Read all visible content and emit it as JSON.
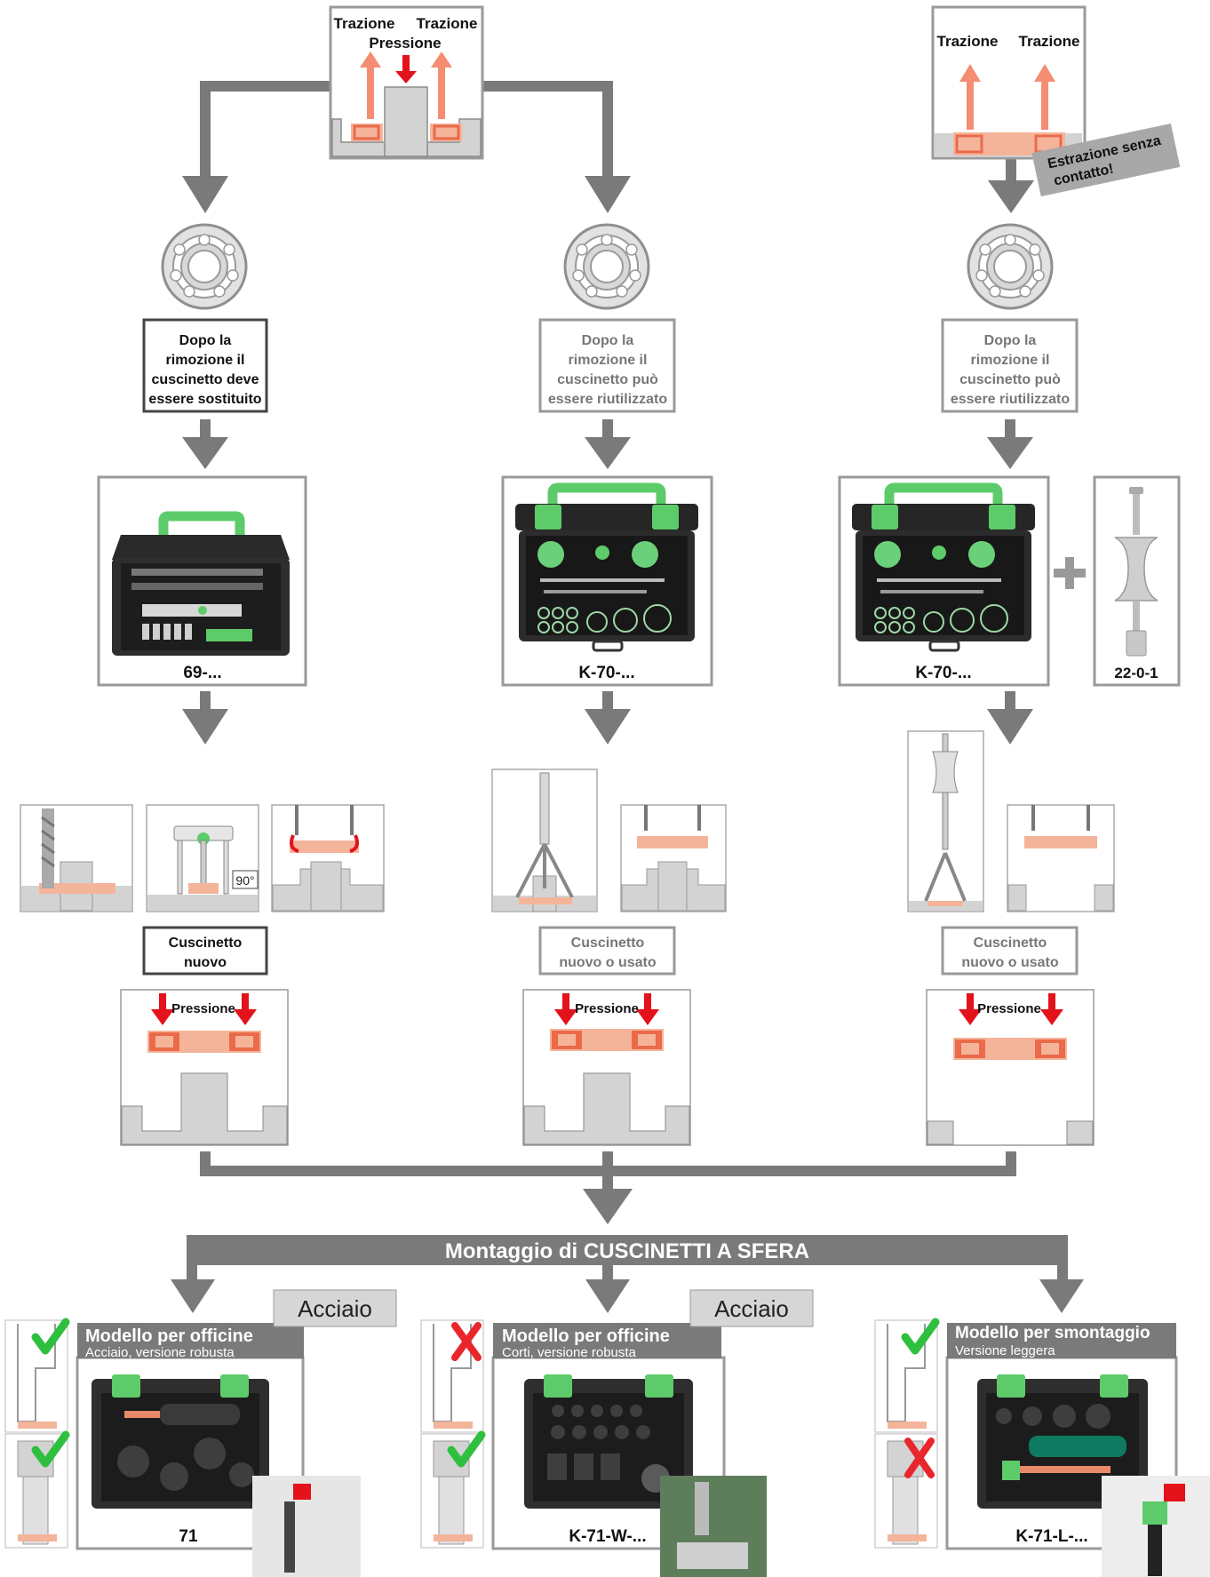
{
  "colors": {
    "arrow_gray": "#7a7a7a",
    "frame_gray": "#9a9a9a",
    "bearing_salmon": "#f4b49a",
    "bearing_orange": "#ea6a4a",
    "pressure_red": "#e3121b",
    "case_green": "#5ecb6a",
    "check_green": "#2fbf3f",
    "cross_red": "#e8262c"
  },
  "top": {
    "left_diagram": {
      "pull_left": "Trazione",
      "pull_right": "Trazione",
      "press": "Pressione"
    },
    "right_diagram": {
      "pull_left": "Trazione",
      "pull_right": "Trazione"
    },
    "badge": {
      "line1": "Estrazione senza",
      "line2": "contatto!"
    }
  },
  "columns": [
    {
      "status": [
        "Dopo la",
        "rimozione il",
        "cuscinetto deve",
        "essere sostituito"
      ],
      "product_code": "69-...",
      "bearing_label": [
        "Cuscinetto",
        "nuovo"
      ],
      "press_label": "Pressione"
    },
    {
      "status": [
        "Dopo la",
        "rimozione il",
        "cuscinetto può",
        "essere riutilizzato"
      ],
      "product_code": "K-70-...",
      "bearing_label": [
        "Cuscinetto",
        "nuovo o usato"
      ],
      "press_label": "Pressione"
    },
    {
      "status": [
        "Dopo la",
        "rimozione il",
        "cuscinetto può",
        "essere riutilizzato"
      ],
      "product_code": "K-70-...",
      "extra_code": "22-0-1",
      "bearing_label": [
        "Cuscinetto",
        "nuovo o usato"
      ],
      "press_label": "Pressione"
    }
  ],
  "angle_label": "90°",
  "banner": {
    "part1": "Montaggio  di ",
    "part2": "CUSCINETTI A SFERA"
  },
  "bottom": [
    {
      "title": "Modello per officine",
      "subtitle": "Acciaio, versione robusta",
      "material": "Acciaio",
      "code": "71",
      "checks": [
        "check",
        "check"
      ]
    },
    {
      "title": "Modello per officine",
      "subtitle": "Corti, versione robusta",
      "material": "Acciaio",
      "code": "K-71-W-...",
      "checks": [
        "cross",
        "check"
      ]
    },
    {
      "title": "Modello per smontaggio",
      "subtitle": "Versione leggera",
      "code": "K-71-L-...",
      "checks": [
        "check",
        "cross"
      ]
    }
  ]
}
